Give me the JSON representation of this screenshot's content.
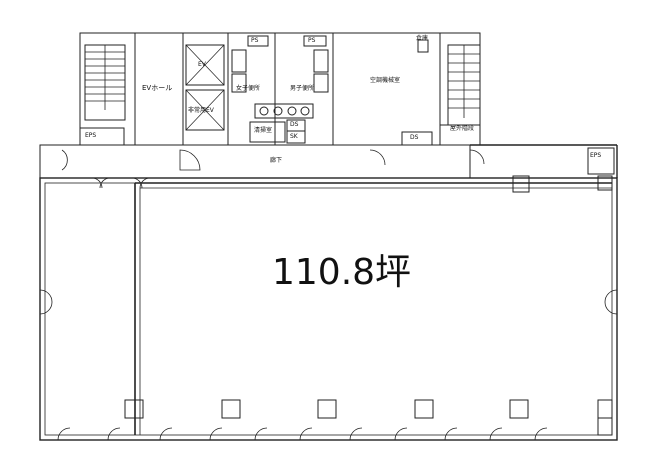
{
  "plan": {
    "area_label": "110.8坪",
    "rooms": {
      "eps_left": "EPS",
      "eps_right": "EPS",
      "ev_hall": "EVホール",
      "ev": "EV",
      "emergency_ev": "非常用EV",
      "ps_1": "PS",
      "ps_2": "PS",
      "womens_toilet": "女子便所",
      "mens_toilet": "男子便所",
      "cleaning_room": "清掃室",
      "ds_1": "DS",
      "ds_2": "DS",
      "sk": "SK",
      "machine_room": "空調機械室",
      "outdoor_stairs": "屋外階段",
      "corridor": "廊下",
      "small_room": "倉庫"
    }
  }
}
